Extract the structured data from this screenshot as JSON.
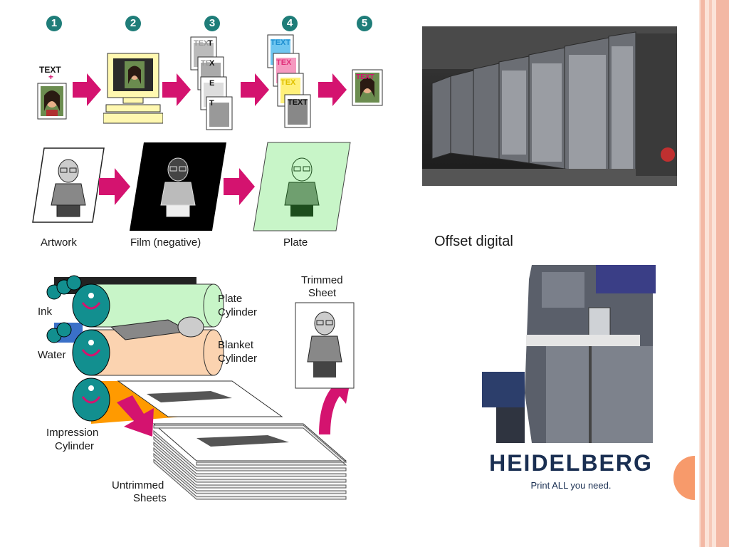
{
  "slide": {
    "border_colors": [
      "#f3b8a4",
      "#f6c9b8",
      "#f3b8a4"
    ],
    "accent": "#f79a6b"
  },
  "process_steps": {
    "numbers": [
      "1",
      "2",
      "3",
      "4",
      "5"
    ],
    "text_label": "TEXT",
    "plus": "+",
    "card_text": "TEXT",
    "separation_letters": [
      "T",
      "X",
      "E",
      "T"
    ],
    "arrow_color": "#d4136f",
    "circle_color": "#1f7d79"
  },
  "plate_stages": {
    "labels": [
      "Artwork",
      "Film (negative)",
      "Plate"
    ],
    "plate_color": "#c8f5c8"
  },
  "offset_diagram": {
    "labels": {
      "ink": "Ink",
      "water": "Water",
      "plate_cylinder": "Plate\nCylinder",
      "plate_cylinder_1": "Plate",
      "plate_cylinder_2": "Cylinder",
      "blanket_cylinder_1": "Blanket",
      "blanket_cylinder_2": "Cylinder",
      "impression_cylinder_1": "Impression",
      "impression_cylinder_2": "Cylinder",
      "trimmed_sheet_1": "Trimmed",
      "trimmed_sheet_2": "Sheet",
      "untrimmed_sheets_1": "Untrimmed",
      "untrimmed_sheets_2": "Sheets"
    },
    "colors": {
      "plate": "#c8f5c8",
      "blanket": "#fbd3b0",
      "impression": "#ff9a00",
      "cylinder_end": "#128f8f"
    }
  },
  "right_column": {
    "caption": "Offset digital",
    "brand": "HEIDELBERG",
    "tagline": "Print ALL you need."
  }
}
